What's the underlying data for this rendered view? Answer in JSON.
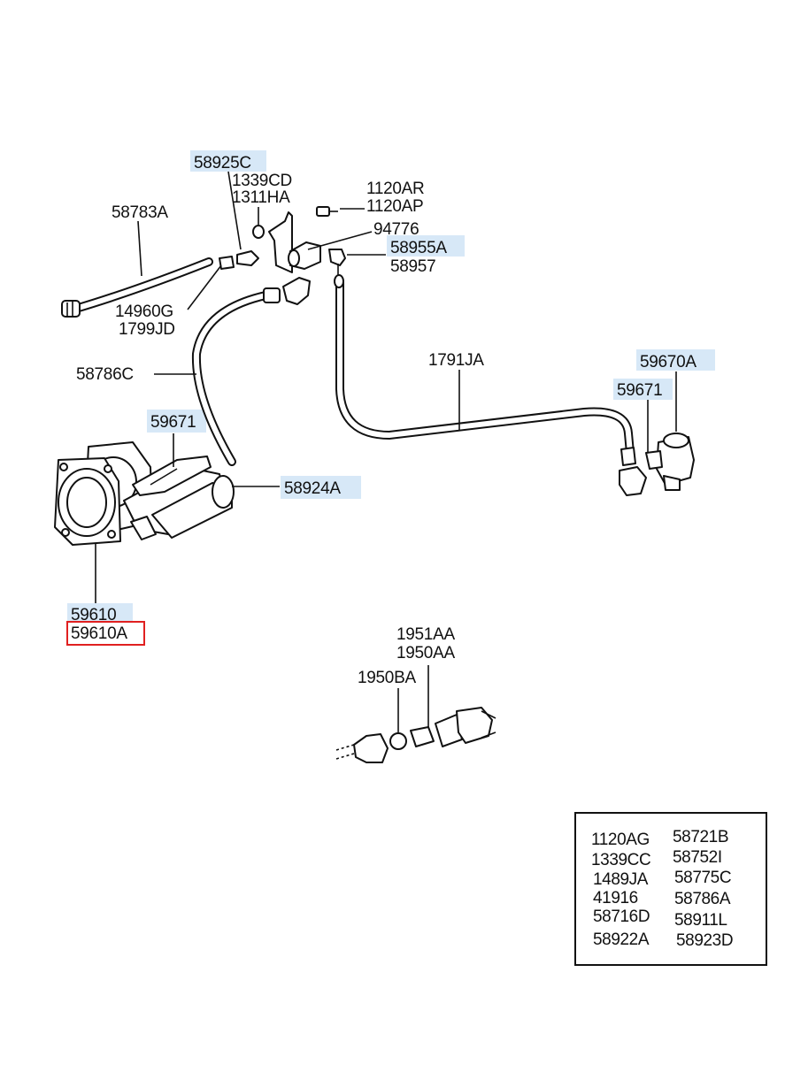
{
  "colors": {
    "highlight": "#d7e8f7",
    "selected_outline": "#e02020",
    "ink": "#111111"
  },
  "labels": {
    "p58925C": "58925C",
    "p1339CD": "1339CD",
    "p1311HA": "1311HA",
    "p1120AR": "1120AR",
    "p1120AP": "1120AP",
    "p58783A": "58783A",
    "p94776": "94776",
    "p58955A": "58955A",
    "p58957": "58957",
    "p14960G": "14960G",
    "p1799JD": "1799JD",
    "p58786C": "58786C",
    "p1791JA": "1791JA",
    "p59670A": "59670A",
    "p59671_right": "59671",
    "p59671_left": "59671",
    "p58924A": "58924A",
    "p59610": "59610",
    "p59610A": "59610A",
    "p1951AA": "1951AA",
    "p1950AA": "1950AA",
    "p1950BA": "1950BA"
  },
  "parts_table": {
    "col1": [
      "1120AG",
      "1339CC",
      "1489JA",
      "41916",
      "58716D",
      "58922A"
    ],
    "col2": [
      "58721B",
      "58752I",
      "58775C",
      "58786A",
      "58911L",
      "58923D"
    ]
  }
}
